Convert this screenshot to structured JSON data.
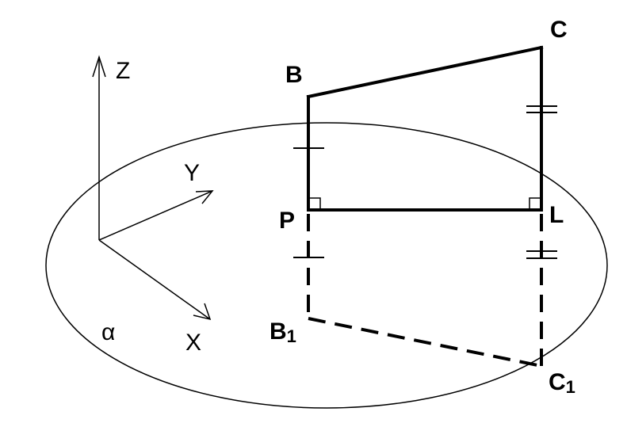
{
  "diagram": {
    "plane_label": "α",
    "axes": {
      "z": "Z",
      "y": "Y",
      "x": "X"
    },
    "points": {
      "B": "B",
      "C": "C",
      "P": "P",
      "L": "L",
      "B1_base": "B",
      "B1_sub": "1",
      "C1_base": "C",
      "C1_sub": "1"
    }
  }
}
